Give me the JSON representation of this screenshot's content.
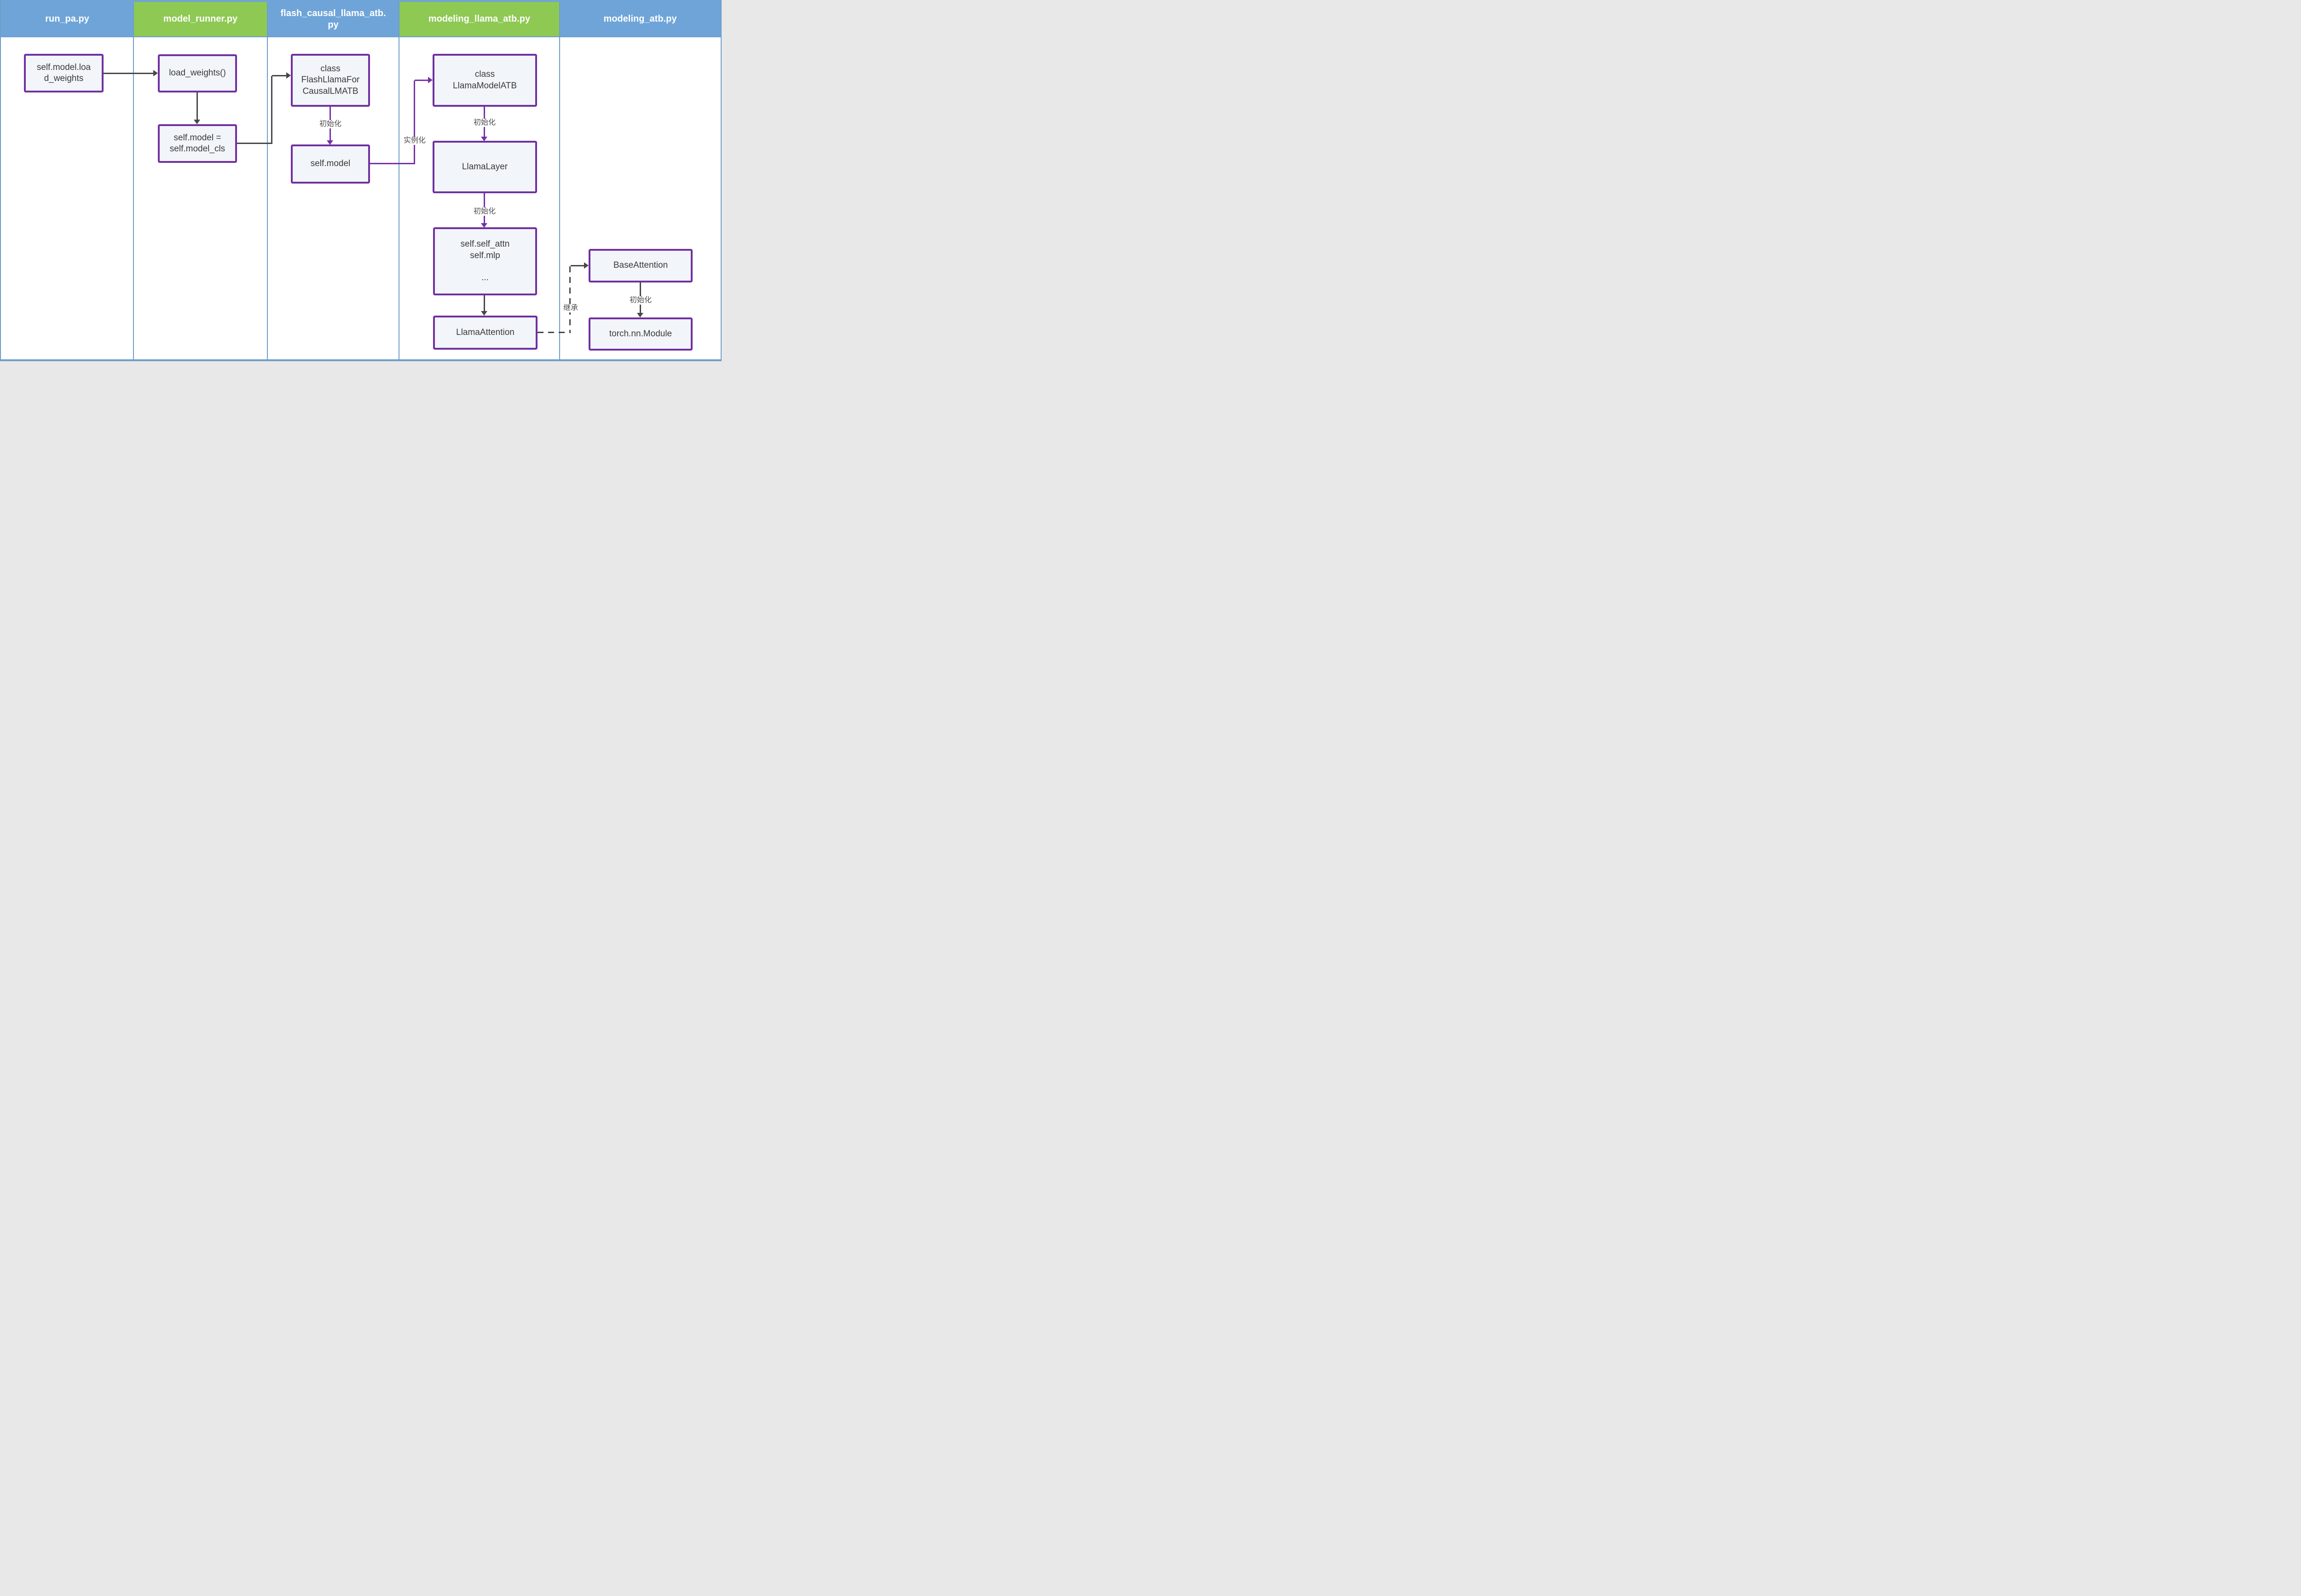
{
  "diagram": {
    "title_note": "code flow swimlane diagram",
    "lanes": [
      {
        "label": "run_pa.py",
        "color_key": "header-blue"
      },
      {
        "label": "model_runner.py",
        "color_key": "header-green"
      },
      {
        "label": "flash_causal_llama_atb.\npy",
        "color_key": "header-blue"
      },
      {
        "label": "modeling_llama_atb.py",
        "color_key": "header-green"
      },
      {
        "label": "modeling_atb.py",
        "color_key": "header-blue"
      }
    ],
    "nodes": [
      {
        "id": "self-model-load-weights",
        "lane": "run_pa.py",
        "label": "self.model.loa\nd_weights"
      },
      {
        "id": "load-weights-fn",
        "lane": "model_runner.py",
        "label": "load_weights()"
      },
      {
        "id": "self-model-cls",
        "lane": "model_runner.py",
        "label": "self.model =\nself.model_cls"
      },
      {
        "id": "flash-llama-class",
        "lane": "flash_causal_llama_atb.py",
        "label": "class\nFlashLlamaFor\nCausalLMATB"
      },
      {
        "id": "self-model",
        "lane": "flash_causal_llama_atb.py",
        "label": "self.model"
      },
      {
        "id": "llama-model-atb-class",
        "lane": "modeling_llama_atb.py",
        "label": "class\nLlamaModelATB"
      },
      {
        "id": "llama-layer",
        "lane": "modeling_llama_atb.py",
        "label": "LlamaLayer"
      },
      {
        "id": "self-attn-mlp",
        "lane": "modeling_llama_atb.py",
        "label": "self.self_attn\nself.mlp\n\n..."
      },
      {
        "id": "llama-attention",
        "lane": "modeling_llama_atb.py",
        "label": "LlamaAttention"
      },
      {
        "id": "base-attention",
        "lane": "modeling_atb.py",
        "label": "BaseAttention"
      },
      {
        "id": "torch-nn-module",
        "lane": "modeling_atb.py",
        "label": "torch.nn.Module"
      }
    ],
    "edges": [
      {
        "from": "self-model-load-weights",
        "to": "load-weights-fn",
        "style": "solid-dark",
        "label": ""
      },
      {
        "from": "load-weights-fn",
        "to": "self-model-cls",
        "style": "solid-dark",
        "label": ""
      },
      {
        "from": "self-model-cls",
        "to": "flash-llama-class",
        "style": "solid-dark",
        "label": ""
      },
      {
        "from": "flash-llama-class",
        "to": "self-model",
        "style": "solid-purple",
        "label": "初始化"
      },
      {
        "from": "self-model",
        "to": "llama-model-atb-class",
        "style": "solid-purple",
        "label": "实例化"
      },
      {
        "from": "llama-model-atb-class",
        "to": "llama-layer",
        "style": "solid-purple",
        "label": "初始化"
      },
      {
        "from": "llama-layer",
        "to": "self-attn-mlp",
        "style": "solid-purple",
        "label": "初始化"
      },
      {
        "from": "self-attn-mlp",
        "to": "llama-attention",
        "style": "solid-dark",
        "label": ""
      },
      {
        "from": "llama-attention",
        "to": "base-attention",
        "style": "dashed-dark",
        "label": "继承"
      },
      {
        "from": "base-attention",
        "to": "torch-nn-module",
        "style": "solid-dark",
        "label": "初始化"
      }
    ]
  },
  "colors": {
    "header-blue": "#6fa4d8",
    "header-green": "#8dc953",
    "box-border": "#7030a0",
    "box-fill": "#f2f5f9",
    "arrow-dark": "#474747",
    "arrow-purple": "#7630a6",
    "grid-blue": "#6d9eca",
    "text-dark": "#3a3a3a",
    "label-gray": "#4d4d4d",
    "bg": "#ffffff"
  }
}
